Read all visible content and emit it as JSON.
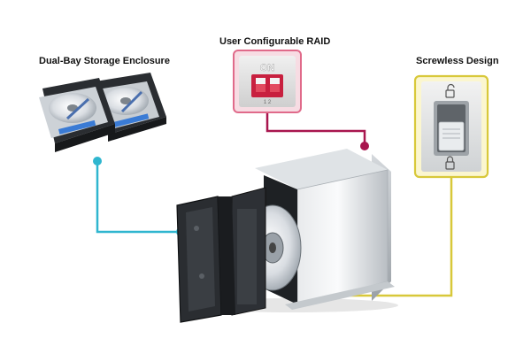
{
  "labels": {
    "dual_bay": "Dual-Bay Storage Enclosure",
    "raid": "User Configurable RAID",
    "screwless": "Screwless Design"
  },
  "switch": {
    "on_text": "ON",
    "positions": "1 2"
  },
  "colors": {
    "teal": "#2fb6cf",
    "crimson": "#a8164e",
    "yellow": "#d8c83a",
    "raid_border": "#e06a8a",
    "screw_border": "#d8c83a"
  },
  "icons": {
    "top": "unlocked-padlock-icon",
    "bottom": "locked-padlock-icon"
  }
}
